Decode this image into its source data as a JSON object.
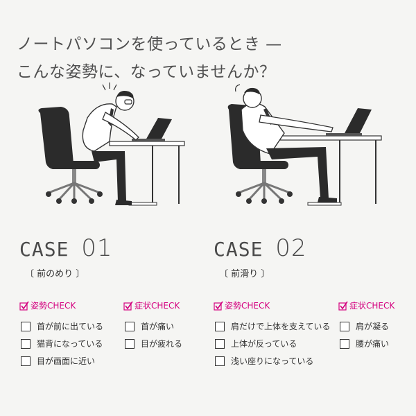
{
  "headline": {
    "line1": "ノートパソコンを使っているとき —",
    "line2": "こんな姿勢に、なっていませんか？"
  },
  "colors": {
    "accent": "#d4007f",
    "text": "#444444",
    "background": "#f5f5f3"
  },
  "cases": [
    {
      "label": "CASE",
      "number": "01",
      "subtitle": "〔 前のめり 〕",
      "posture_check": {
        "title": "姿勢CHECK",
        "items": [
          "首が前に出ている",
          "猫背になっている",
          "目が画面に近い"
        ]
      },
      "symptom_check": {
        "title": "症状CHECK",
        "items": [
          "首が痛い",
          "目が疲れる"
        ]
      }
    },
    {
      "label": "CASE",
      "number": "02",
      "subtitle": "〔 前滑り 〕",
      "posture_check": {
        "title": "姿勢CHECK",
        "items": [
          "肩だけで上体を支えている",
          "上体が反っている",
          "浅い座りになっている"
        ]
      },
      "symptom_check": {
        "title": "症状CHECK",
        "items": [
          "肩が凝る",
          "腰が痛い"
        ]
      }
    }
  ]
}
